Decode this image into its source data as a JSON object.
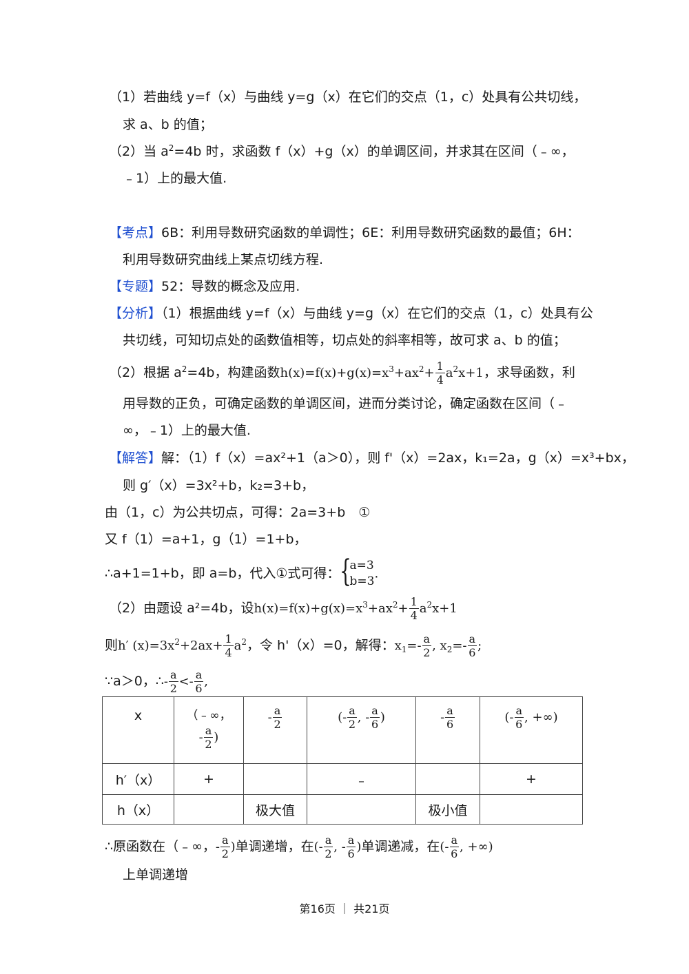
{
  "question": {
    "q1_part1": "（1）若曲线 y=f（x）与曲线 y=g（x）在它们的交点（1，c）处具有公共切线，",
    "q1_part2": "求 a、b 的值；",
    "q2_part1a": "（2）当 a",
    "q2_part1b": "=4b 时，求函数 f（x）+g（x）的单调区间，并求其在区间（﹣∞，",
    "q2_part2": "﹣1）上的最大值."
  },
  "kaodian": {
    "tag": "【考点】",
    "line1": "6B：利用导数研究函数的单调性；6E：利用导数研究函数的最值；6H：",
    "line2": "利用导数研究曲线上某点切线方程."
  },
  "zhuanti": {
    "tag": "【专题】",
    "text": "52：导数的概念及应用."
  },
  "fenxi": {
    "tag": "【分析】",
    "line1": "（1）根据曲线 y=f（x）与曲线 y=g（x）在它们的交点（1，c）处具有公",
    "line2": "共切线，可知切点处的函数值相等，切点处的斜率相等，故可求 a、b 的值；",
    "line3a": "（2）根据 a",
    "line3b": "=4b，构建函数",
    "line3c": "，求导函数，利",
    "line4": "用导数的正负，可确定函数的单调区间，进而分类讨论，确定函数在区间（﹣",
    "line5": "∞，﹣1）上的最大值."
  },
  "jieda": {
    "tag": "【解答】",
    "line1": "解：（1）f（x）=ax²+1（a＞0），则 f'（x）=2ax，k₁=2a，g（x）=x³+bx，",
    "line2": "则 g′（x）=3x²+b，k₂=3+b，",
    "line3": "由（1，c）为公共切点，可得：2a=3+b　①",
    "line4": "又 f（1）=a+1，g（1）=1+b，",
    "line5a": "∴a+1=1+b，即 a=b，代入①式可得：",
    "sys1": "a=3",
    "sys2": "b=3",
    "line6a": "（2）由题设 a²=4b，设",
    "line7a": "则",
    "line7b": "，令 h'（x）=0，解得：",
    "line8a": "∵a＞0，∴",
    "conclusion_a": "∴原函数在（﹣∞，",
    "conclusion_b": "单调递增，在",
    "conclusion_c": "单调递减，在",
    "conclusion_d": "上单调递增"
  },
  "table": {
    "header": [
      "x",
      "（﹣∞，",
      "﹣",
      "",
      "",
      ""
    ],
    "row_hp_label": "h′（x）",
    "row_hp": [
      "+",
      "",
      "﹣",
      "",
      "+"
    ],
    "row_h_label": "h（x）",
    "row_h": [
      "",
      "极大值",
      "",
      "极小值",
      ""
    ]
  },
  "footer": "第16页 ｜ 共21页"
}
